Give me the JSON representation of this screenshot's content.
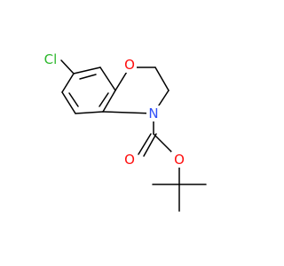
{
  "structure": {
    "atoms": {
      "cl": {
        "text": "Cl",
        "color": "#2db82d"
      },
      "o_ring": {
        "text": "O",
        "color": "#ff0d0d"
      },
      "n": {
        "text": "N",
        "color": "#3050f8"
      },
      "o_carbonyl": {
        "text": "O",
        "color": "#ff0d0d"
      },
      "o_ester": {
        "text": "O",
        "color": "#ff0d0d"
      }
    },
    "bond_color": "#000000",
    "background": "#ffffff"
  }
}
